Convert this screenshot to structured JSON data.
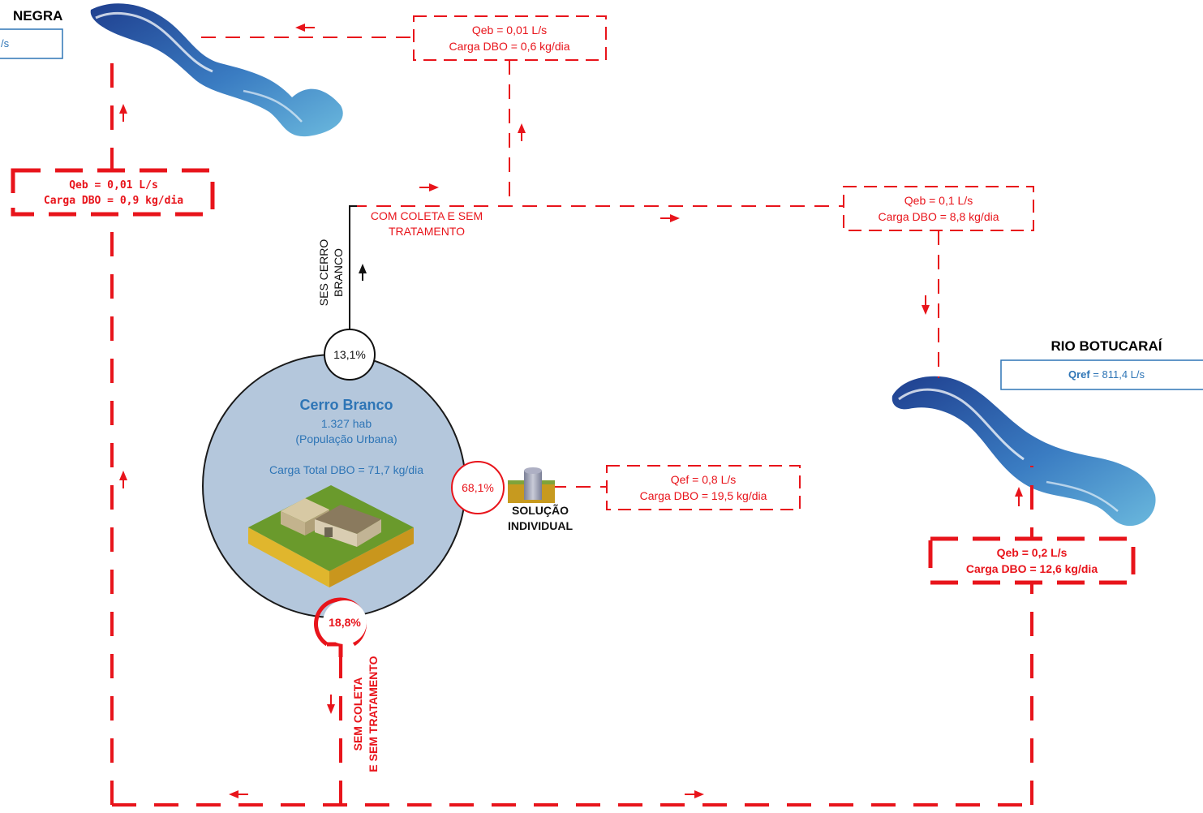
{
  "rivers": {
    "left": {
      "name": "NEGRA",
      "qref_partial": "/s"
    },
    "right": {
      "name": "RIO BOTUCARAÍ",
      "qref_label": "Qref",
      "qref_value": " = 811,4 L/s"
    }
  },
  "boxes": {
    "top": {
      "line1": "Qeb = 0,01 L/s",
      "line2": "Carga DBO = 0,6 kg/dia"
    },
    "left": {
      "line1": "Qeb = 0,01 L/s",
      "line2": "Carga DBO = 0,9  kg/dia"
    },
    "right_top": {
      "line1": "Qeb = 0,1 L/s",
      "line2": "Carga DBO = 8,8 kg/dia"
    },
    "individual": {
      "line1": "Qef = 0,8 L/s",
      "line2": "Carga DBO = 19,5 kg/dia"
    },
    "right_bottom": {
      "line1": "Qeb = 0,2 L/s",
      "line2": "Carga DBO = 12,6  kg/dia"
    }
  },
  "city": {
    "name": "Cerro Branco",
    "population": "1.327 hab",
    "population_note": "(População Urbana)",
    "load": "Carga Total DBO = 71,7 kg/dia"
  },
  "shares": {
    "ses": "13,1%",
    "individual": "68,1%",
    "no_collection": "18,8%"
  },
  "labels": {
    "ses_line1": "SES CERRO",
    "ses_line2": "BRANCO",
    "com_coleta_line1": "COM COLETA E SEM",
    "com_coleta_line2": "TRATAMENTO",
    "individual_line1": "SOLUÇÃO",
    "individual_line2": "INDIVIDUAL",
    "sem_coleta_line1": "SEM COLETA",
    "sem_coleta_line2": "E SEM TRATAMENTO"
  },
  "colors": {
    "red": "#e8141b",
    "blue_text": "#2e75b6",
    "city_fill": "#b4c7dc",
    "river_dark": "#1f3f8f",
    "river_light": "#56a6d4"
  }
}
